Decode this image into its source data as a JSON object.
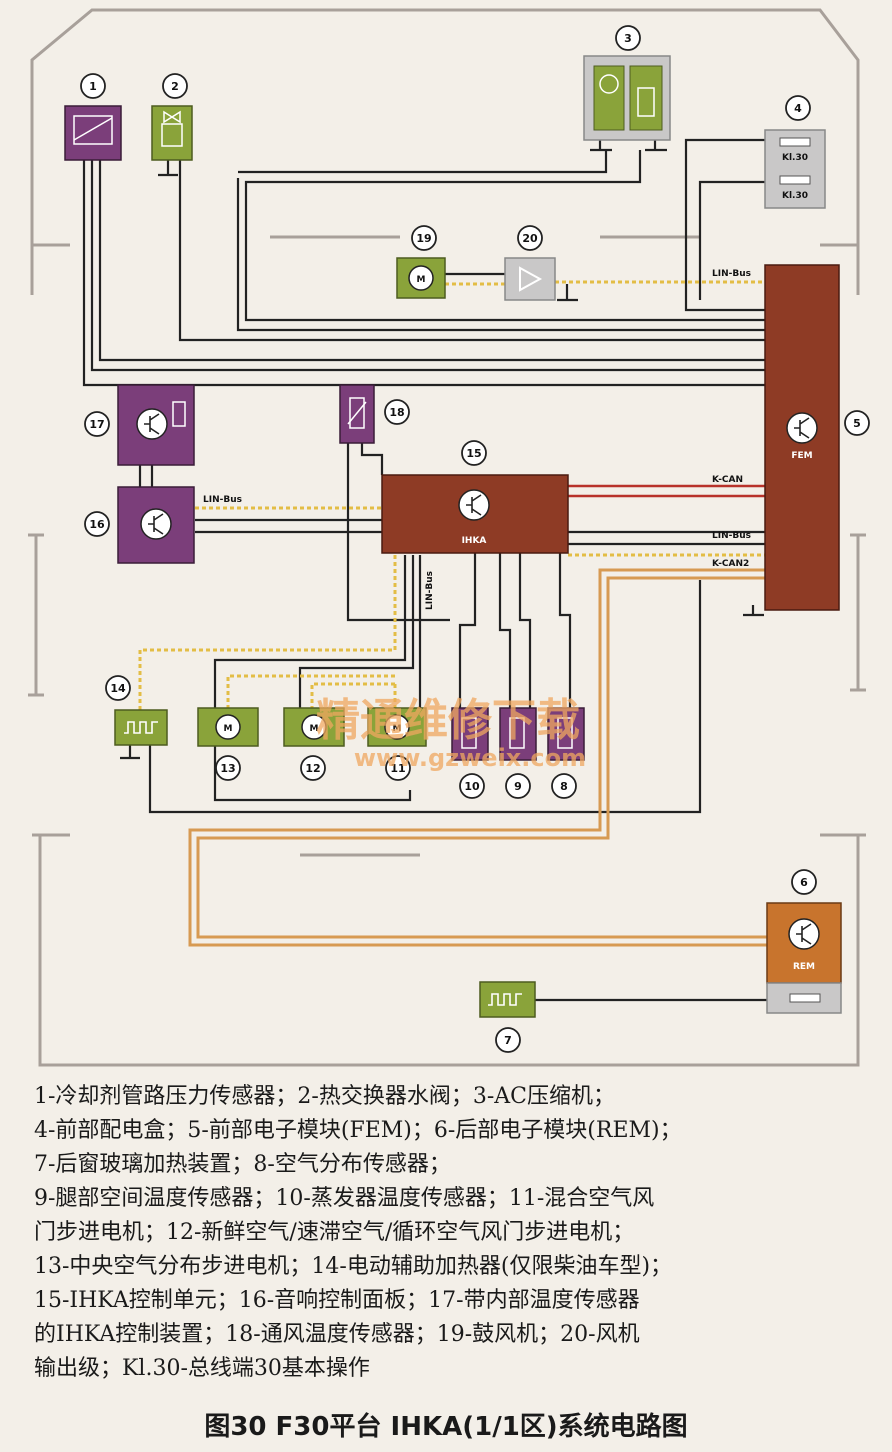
{
  "diagram": {
    "components": [
      {
        "num": "1"
      },
      {
        "num": "2"
      },
      {
        "num": "3"
      },
      {
        "num": "4"
      },
      {
        "num": "5"
      },
      {
        "num": "6"
      },
      {
        "num": "7"
      },
      {
        "num": "8"
      },
      {
        "num": "9"
      },
      {
        "num": "10"
      },
      {
        "num": "11"
      },
      {
        "num": "12"
      },
      {
        "num": "13"
      },
      {
        "num": "14"
      },
      {
        "num": "15"
      },
      {
        "num": "16"
      },
      {
        "num": "17"
      },
      {
        "num": "18"
      },
      {
        "num": "19"
      },
      {
        "num": "20"
      }
    ],
    "module_labels": {
      "fem": "FEM",
      "ihka": "IHKA",
      "rem": "REM",
      "kl30a": "Kl.30",
      "kl30b": "Kl.30",
      "motor": "M"
    },
    "bus_labels": {
      "lin_fem_top": "LIN-Bus",
      "kcan": "K-CAN",
      "lin_fem_mid": "LIN-Bus",
      "kcan2": "K-CAN2",
      "lin_left": "LIN-Bus",
      "lin_vertical": "LIN-Bus"
    },
    "watermark": {
      "title": "精通维修下载",
      "url": "www.gzweix.com"
    },
    "colors": {
      "purple": "#7b3e7a",
      "olive": "#8aa33a",
      "gray": "#c9c8c8",
      "brown": "#8e3b25",
      "rem_orange": "#c8742d",
      "wire": "#222222",
      "kcan_red": "#b8322a",
      "kcan2_orange": "#d79a52",
      "linbus_yellow": "#e3bd45"
    }
  },
  "legend": {
    "lines": [
      "1-冷却剂管路压力传感器；2-热交换器水阀；3-AC压缩机；",
      "4-前部配电盒；5-前部电子模块(FEM)；6-后部电子模块(REM)；",
      "7-后窗玻璃加热装置；8-空气分布传感器；",
      "9-腿部空间温度传感器；10-蒸发器温度传感器；11-混合空气风",
      "门步进电机；12-新鲜空气/速滞空气/循环空气风门步进电机；",
      "13-中央空气分布步进电机；14-电动辅助加热器(仅限柴油车型)；",
      "15-IHKA控制单元；16-音响控制面板；17-带内部温度传感器",
      "的IHKA控制装置；18-通风温度传感器；19-鼓风机；20-风机",
      "输出级；Kl.30-总线端30基本操作"
    ]
  },
  "caption": "图30  F30平台 IHKA(1/1区)系统电路图"
}
